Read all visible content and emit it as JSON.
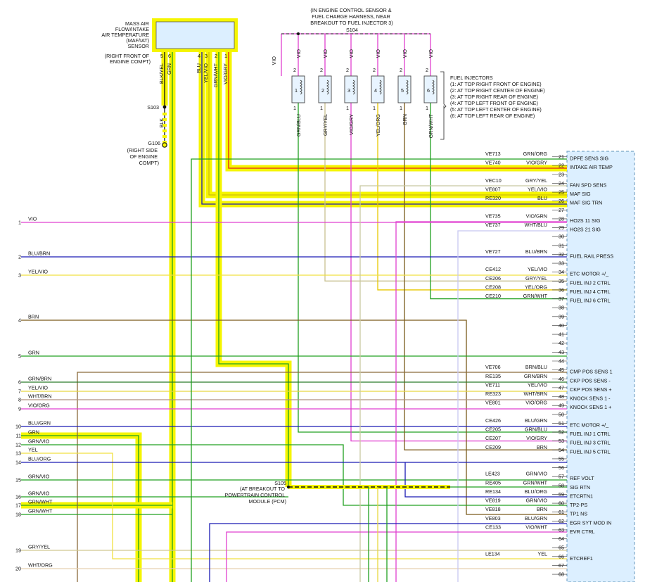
{
  "colors": {
    "VIO": "#e040d0",
    "BLU": "#1a1ab4",
    "YEL": "#f2e63a",
    "GRN": "#20a020",
    "BRN": "#7a5a1a",
    "BLK": "#111111",
    "GRY": "#b8b8b8",
    "WHT": "#d8d8d8",
    "ORG": "#f0a030",
    "RED": "#e0201a",
    "highlight": "#f5f500",
    "pcm_fill": "#dcefff",
    "pcm_border": "#7aa6c8"
  },
  "maf_sensor": {
    "label_lines": [
      "MASS AIR",
      "FLOW/INTAKE",
      "AIR TEMPERATURE",
      "(MAF/IAT)",
      "SENSOR",
      "(RIGHT FRONT OF",
      "ENGINE COMPT)"
    ],
    "pins": [
      "5",
      "6",
      "4",
      "3",
      "2",
      "1"
    ],
    "wires": [
      "BLK/YEL",
      "GRN",
      "BLU",
      "YEL/VIO",
      "GRN/WHT",
      "VIO/GRY"
    ]
  },
  "splices": {
    "s103": "S103",
    "s104": "S104",
    "s104_note": [
      "(IN ENGINE CONTROL SENSOR &",
      "FUEL CHARGE HARNESS, NEAR",
      "BREAKOUT TO FUEL INJECTOR 3)"
    ],
    "blk": "BLK",
    "g106": "G106",
    "g106_note": [
      "(RIGHT SIDE",
      "OF ENGINE",
      "COMPT)"
    ],
    "s105": "S105",
    "s105_note": [
      "(AT BREAKOUT TO",
      "POWERTRAIN CONTROL",
      "MODULE (PCM)"
    ]
  },
  "injectors": {
    "top_wire": "VIO",
    "feed_wire": "VIO",
    "pin_top": "2",
    "pin_bottom": "1",
    "numbers": [
      "1",
      "2",
      "3",
      "4",
      "5",
      "6"
    ],
    "bottom_wires": [
      "GRN/BLU",
      "GRY/YEL",
      "VIO/GRY",
      "YEL/ORG",
      "BRN",
      "GRN/WHT"
    ],
    "legend": [
      "FUEL INJECTORS",
      "(1: AT TOP RIGHT FRONT OF ENGINE)",
      "(2: AT TOP RIGHT CENTER OF ENGINE)",
      "(3: AT TOP RIGHT REAR OF ENGINE)",
      "(4: AT TOP LEFT FRONT OF ENGINE)",
      "(5: AT TOP LEFT CENTER OF ENGINE)",
      "(6: AT TOP LEFT REAR OF ENGINE)"
    ]
  },
  "left_connector": [
    {
      "pin": "1",
      "wire": "VIO"
    },
    {
      "pin": "2",
      "wire": "BLU/BRN"
    },
    {
      "pin": "3",
      "wire": "YEL/VIO"
    },
    {
      "pin": "4",
      "wire": "BRN"
    },
    {
      "pin": "5",
      "wire": "GRN"
    },
    {
      "pin": "6",
      "wire": "GRN/BRN"
    },
    {
      "pin": "7",
      "wire": "YEL/VIO"
    },
    {
      "pin": "8",
      "wire": "WHT/BRN"
    },
    {
      "pin": "9",
      "wire": "VIO/ORG"
    },
    {
      "pin": "10",
      "wire": "BLU/GRN"
    },
    {
      "pin": "11",
      "wire": "GRN"
    },
    {
      "pin": "12",
      "wire": "GRN/VIO"
    },
    {
      "pin": "13",
      "wire": "YEL"
    },
    {
      "pin": "14",
      "wire": "BLU/ORG"
    },
    {
      "pin": "15",
      "wire": "GRN/VIO"
    },
    {
      "pin": "16",
      "wire": "GRN/VIO"
    },
    {
      "pin": "17",
      "wire": "GRN/WHT"
    },
    {
      "pin": "18",
      "wire": "GRN/WHT"
    },
    {
      "pin": "19",
      "wire": "GRY/YEL"
    },
    {
      "pin": "20",
      "wire": "WHT/ORG"
    }
  ],
  "pcm_pins": [
    {
      "pin": "21",
      "circuit": "VE713",
      "wire": "GRN/ORG",
      "func": "DPFE SENS SIG"
    },
    {
      "pin": "22",
      "circuit": "VE740",
      "wire": "VIO/GRY",
      "func": "INTAKE AIR TEMP"
    },
    {
      "pin": "23",
      "circuit": "",
      "wire": "",
      "func": ""
    },
    {
      "pin": "24",
      "circuit": "VEC10",
      "wire": "GRY/YEL",
      "func": "FAN SPD SENS"
    },
    {
      "pin": "25",
      "circuit": "VE807",
      "wire": "YEL/VIO",
      "func": "MAF SIG"
    },
    {
      "pin": "26",
      "circuit": "RE320",
      "wire": "BLU",
      "func": "MAF SIG TRN"
    },
    {
      "pin": "27",
      "circuit": "",
      "wire": "",
      "func": ""
    },
    {
      "pin": "28",
      "circuit": "VE735",
      "wire": "VIO/GRN",
      "func": "HO2S 11 SIG"
    },
    {
      "pin": "29",
      "circuit": "VE737",
      "wire": "WHT/BLU",
      "func": "HO2S 21 SIG"
    },
    {
      "pin": "30",
      "circuit": "",
      "wire": "",
      "func": ""
    },
    {
      "pin": "31",
      "circuit": "",
      "wire": "",
      "func": ""
    },
    {
      "pin": "32",
      "circuit": "VE727",
      "wire": "BLU/BRN",
      "func": "FUEL RAIL PRESS"
    },
    {
      "pin": "33",
      "circuit": "",
      "wire": "",
      "func": ""
    },
    {
      "pin": "34",
      "circuit": "CE412",
      "wire": "YEL/VIO",
      "func": "ETC MOTOR +/_"
    },
    {
      "pin": "35",
      "circuit": "CE206",
      "wire": "GRY/YEL",
      "func": "FUEL INJ 2 CTRL"
    },
    {
      "pin": "36",
      "circuit": "CE208",
      "wire": "YEL/ORG",
      "func": "FUEL INJ 4 CTRL"
    },
    {
      "pin": "37",
      "circuit": "CE210",
      "wire": "GRN/WHT",
      "func": "FUEL INJ 6 CTRL"
    },
    {
      "pin": "38",
      "circuit": "",
      "wire": "",
      "func": ""
    },
    {
      "pin": "39",
      "circuit": "",
      "wire": "",
      "func": ""
    },
    {
      "pin": "40",
      "circuit": "",
      "wire": "",
      "func": ""
    },
    {
      "pin": "41",
      "circuit": "",
      "wire": "",
      "func": ""
    },
    {
      "pin": "42",
      "circuit": "",
      "wire": "",
      "func": ""
    },
    {
      "pin": "43",
      "circuit": "",
      "wire": "",
      "func": ""
    },
    {
      "pin": "44",
      "circuit": "",
      "wire": "",
      "func": ""
    },
    {
      "pin": "45",
      "circuit": "VE706",
      "wire": "BRN/BLU",
      "func": "CMP POS SENS 1"
    },
    {
      "pin": "46",
      "circuit": "RE135",
      "wire": "GRN/BRN",
      "func": "CKP POS SENS -"
    },
    {
      "pin": "47",
      "circuit": "VE711",
      "wire": "YEL/VIO",
      "func": "CKP POS SENS +"
    },
    {
      "pin": "48",
      "circuit": "RE323",
      "wire": "WHT/BRN",
      "func": "KNOCK SENS 1 -"
    },
    {
      "pin": "49",
      "circuit": "VE801",
      "wire": "VIO/ORG",
      "func": "KNOCK SENS 1 +"
    },
    {
      "pin": "50",
      "circuit": "",
      "wire": "",
      "func": ""
    },
    {
      "pin": "51",
      "circuit": "CE426",
      "wire": "BLU/GRN",
      "func": "ETC MOTOR +/_"
    },
    {
      "pin": "52",
      "circuit": "CE205",
      "wire": "GRN/BLU",
      "func": "FUEL INJ 1 CTRL"
    },
    {
      "pin": "53",
      "circuit": "CE207",
      "wire": "VIO/GRY",
      "func": "FUEL INJ 3 CTRL"
    },
    {
      "pin": "54",
      "circuit": "CE209",
      "wire": "BRN",
      "func": "FUEL INJ 5 CTRL"
    },
    {
      "pin": "55",
      "circuit": "",
      "wire": "",
      "func": ""
    },
    {
      "pin": "56",
      "circuit": "",
      "wire": "",
      "func": ""
    },
    {
      "pin": "57",
      "circuit": "LE423",
      "wire": "GRN/VIO",
      "func": "REF VOLT"
    },
    {
      "pin": "58",
      "circuit": "RE405",
      "wire": "GRN/WHT",
      "func": "SIG RTN"
    },
    {
      "pin": "59",
      "circuit": "RE134",
      "wire": "BLU/ORG",
      "func": "ETCRTN1"
    },
    {
      "pin": "60",
      "circuit": "VE819",
      "wire": "GRN/VIO",
      "func": "TP2-PS"
    },
    {
      "pin": "61",
      "circuit": "VE818",
      "wire": "BRN",
      "func": "TP1 NS"
    },
    {
      "pin": "62",
      "circuit": "VE803",
      "wire": "BLU/GRN",
      "func": "EGR SYT MOD IN"
    },
    {
      "pin": "63",
      "circuit": "CE133",
      "wire": "VIO/WHT",
      "func": "EVR CTRL"
    },
    {
      "pin": "64",
      "circuit": "",
      "wire": "",
      "func": ""
    },
    {
      "pin": "65",
      "circuit": "",
      "wire": "",
      "func": ""
    },
    {
      "pin": "66",
      "circuit": "LE134",
      "wire": "YEL",
      "func": "ETCREF1"
    },
    {
      "pin": "67",
      "circuit": "",
      "wire": "",
      "func": ""
    },
    {
      "pin": "68",
      "circuit": "",
      "wire": "",
      "func": ""
    }
  ]
}
